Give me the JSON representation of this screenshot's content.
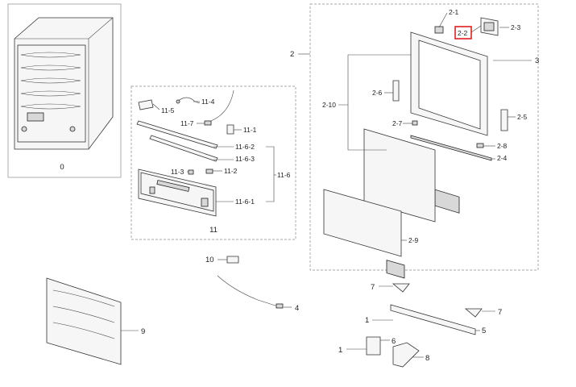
{
  "highlight": {
    "label": "2-2",
    "color": "#e02020"
  },
  "groups": {
    "g0": "0",
    "g2": "2",
    "g11": "11"
  },
  "labels": {
    "l2_1": "2-1",
    "l2_2": "2-2",
    "l2_3": "2-3",
    "l3": "3",
    "l2_10": "2-10",
    "l2_6": "2-6",
    "l2_5": "2-5",
    "l2_7": "2-7",
    "l2_8": "2-8",
    "l2_4": "2-4",
    "l2_9": "2-9",
    "l11_4": "11-4",
    "l11_5": "11-5",
    "l11_7": "11-7",
    "l11_1": "11-1",
    "l11_6_2": "11-6-2",
    "l11_6_3": "11-6-3",
    "l11_3": "11-3",
    "l11_2": "11-2",
    "l11_6": "11-6",
    "l11_6_1": "11-6-1",
    "l10": "10",
    "l4": "4",
    "l9": "9",
    "l7a": "7",
    "l7b": "7",
    "l1a": "1",
    "l5": "5",
    "l6": "6",
    "l1b": "1",
    "l8": "8"
  }
}
